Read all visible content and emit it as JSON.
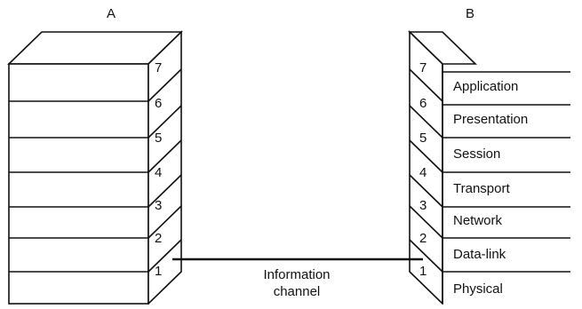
{
  "stacks": {
    "left": {
      "label": "A",
      "layers": [
        "7",
        "6",
        "5",
        "4",
        "3",
        "2",
        "1"
      ]
    },
    "right": {
      "label": "B",
      "layers": [
        "7",
        "6",
        "5",
        "4",
        "3",
        "2",
        "1"
      ]
    }
  },
  "layer_names": [
    "Application",
    "Presentation",
    "Session",
    "Transport",
    "Network",
    "Data-link",
    "Physical"
  ],
  "channel": {
    "line1": "Information",
    "line2": "channel"
  }
}
